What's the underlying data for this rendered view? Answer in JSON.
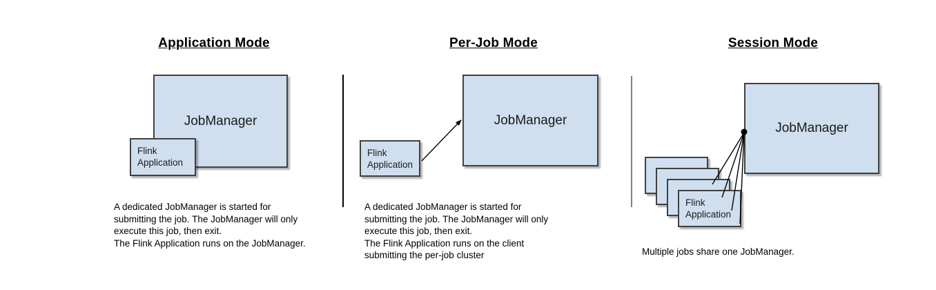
{
  "diagram": {
    "title_deployment_modes": "",
    "box_fill_color": "#cfdfef",
    "box_border_color": "#404040",
    "divider_color_1": "#000000",
    "divider_color_2": "#7f7f7f"
  },
  "columns": [
    {
      "id": "application-mode",
      "title": "Application Mode",
      "jobmanager_label": "JobManager",
      "flink_app_label": "Flink\nApplication",
      "stack_count": 1,
      "has_arrow": false,
      "caption": "A dedicated JobManager is started for\nsubmitting the job. The JobManager will only\nexecute this job, then exit.\nThe Flink Application runs on the JobManager."
    },
    {
      "id": "per-job-mode",
      "title": "Per-Job Mode",
      "jobmanager_label": "JobManager",
      "flink_app_label": "Flink\nApplication",
      "stack_count": 1,
      "has_arrow": true,
      "caption": "A dedicated JobManager is started for\nsubmitting the job. The JobManager will only\nexecute this job, then exit.\nThe Flink Application runs on the client\nsubmitting the per-job cluster"
    },
    {
      "id": "session-mode",
      "title": "Session Mode",
      "jobmanager_label": "JobManager",
      "flink_app_label": "Flink\nApplication",
      "stack_count": 4,
      "has_arrow": true,
      "caption": "Multiple jobs share one JobManager."
    }
  ]
}
